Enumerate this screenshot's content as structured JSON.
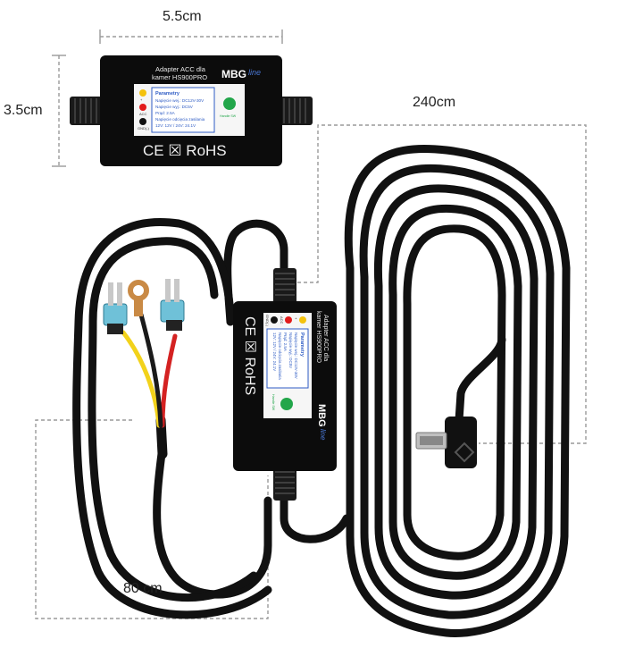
{
  "dimensions": {
    "width_label": "5.5cm",
    "height_label": "3.5cm",
    "cable_long_label": "240cm",
    "cable_short_label": "80 cm"
  },
  "adapter": {
    "title_line1": "Adapter ACC dla",
    "title_line2": "kamer HS900PRO",
    "brand": "MBG",
    "brand_suffix": "line",
    "params_title": "Parametry",
    "param_input": "Napięcie wej.: DC12V-30V",
    "param_output": "Napięcie wyj.: DC5V",
    "param_current": "Prąd: 2.5A",
    "param_cutoff": "Napięcie odcięcia zasilania",
    "param_cutoff_values": "12V: 12V / 24V: 24.1V",
    "label_plus": "+",
    "label_acc": "ACC",
    "label_gnd": "GND(-)",
    "label_switch": "Handle SW",
    "cert_marks": "CE ☒ RoHS"
  },
  "colors": {
    "cable": "#111111",
    "housing": "#0c0c0c",
    "wire_yellow": "#f2d21b",
    "wire_red": "#d42222",
    "wire_black": "#1a1a1a",
    "dot_yellow": "#f4c20d",
    "dot_red": "#e21b1b",
    "dot_black": "#111111",
    "led_green": "#22a64a",
    "label_bg": "#f6f6f6",
    "params_border": "#2d5bc4",
    "dim_line": "#9a9a9a"
  }
}
